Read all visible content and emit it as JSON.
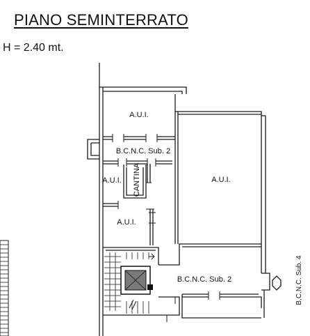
{
  "header": {
    "title": "PIANO SEMINTERRATO",
    "height": "H = 2.40 mt."
  },
  "rooms": {
    "aui_top": "A.U.I.",
    "bcnc_sub2_upper": "B.C.N.C. Sub. 2",
    "aui_left": "A.U.I.",
    "cantina": "CANTINA",
    "aui_big": "A.U.I.",
    "aui_lower": "A.U.I.",
    "bcnc_sub2_lower": "B.C.N.C. Sub. 2",
    "bcnc_sub4": "B.C.N.C. Sub. 4"
  }
}
